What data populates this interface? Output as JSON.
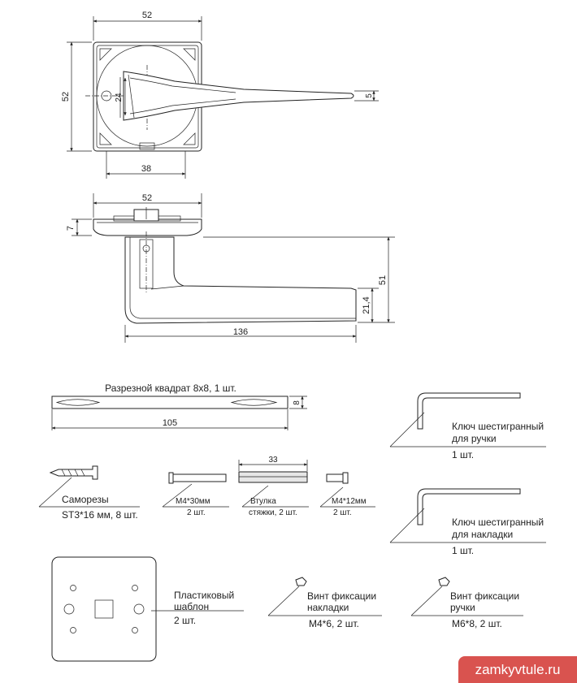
{
  "top_view": {
    "dim_width": "52",
    "dim_height": "52",
    "dim_spindle": "24",
    "dim_lever_thickness": "5",
    "dim_rose_inner": "38"
  },
  "side_view": {
    "dim_width": "52",
    "dim_rose_depth": "7",
    "dim_total_height": "51",
    "dim_lever_height": "21,4",
    "dim_length": "136"
  },
  "spindle": {
    "label": "Разрезной квадрат 8х8, 1 шт.",
    "dim_length": "105",
    "dim_size": "8"
  },
  "screws": {
    "label": "Саморезы",
    "qty": "ST3*16 мм, 8 шт."
  },
  "bolt_long": {
    "label": "М4*30мм",
    "qty": "2 шт."
  },
  "sleeve": {
    "dim_length": "33",
    "label": "Втулка",
    "qty": "стяжки, 2 шт."
  },
  "bolt_short": {
    "label": "М4*12мм",
    "qty": "2 шт."
  },
  "hex_key_handle": {
    "label_line1": "Ключ шестигранный",
    "label_line2": "для ручки",
    "qty": "1 шт."
  },
  "hex_key_rose": {
    "label_line1": "Ключ шестигранный",
    "label_line2": "для накладки",
    "qty": "1 шт."
  },
  "template": {
    "label_line1": "Пластиковый",
    "label_line2": "шаблон",
    "qty": "2 шт."
  },
  "set_screw_rose": {
    "label_line1": "Винт фиксации",
    "label_line2": "накладки",
    "qty": "М4*6, 2 шт."
  },
  "set_screw_handle": {
    "label_line1": "Винт фиксации",
    "label_line2": "ручки",
    "qty": "М6*8, 2 шт."
  },
  "watermark": "zamkyvtule.ru"
}
